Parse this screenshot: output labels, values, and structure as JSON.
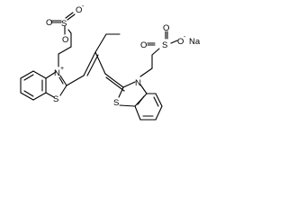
{
  "molecule": {
    "atoms": {
      "sulfonate_top": {
        "S": "S",
        "O_left": "O",
        "O_right": "O",
        "O_bottom": "O",
        "charge": "-"
      },
      "sulfonate_right": {
        "S": "S",
        "O_left": "O",
        "O_right": "O",
        "O_bottom": "O",
        "charge": "-"
      },
      "left_benzothiazole": {
        "N": "N",
        "N_charge": "+",
        "S": "S"
      },
      "right_benzothiazole": {
        "N": "N",
        "S": "S"
      },
      "counterion": "Na"
    }
  }
}
